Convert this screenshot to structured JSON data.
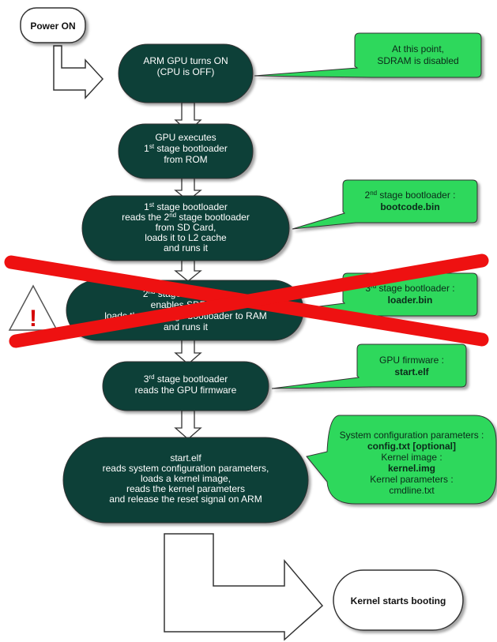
{
  "start": {
    "label": "Power ON"
  },
  "end": {
    "label": "Kernel starts booting"
  },
  "steps": [
    {
      "id": "gpu-on",
      "lines": [
        {
          "t": "ARM GPU turns ON"
        },
        {
          "t": "(CPU is OFF)"
        }
      ]
    },
    {
      "id": "stage1",
      "lines": [
        {
          "t": "GPU executes"
        },
        {
          "t": "1",
          "sup": "st",
          "rest": " stage bootloader"
        },
        {
          "t": "from ROM"
        }
      ]
    },
    {
      "id": "stage2",
      "lines": [
        {
          "t": "1",
          "sup": "st",
          "rest": " stage bootloader"
        },
        {
          "t": "reads the 2",
          "sup": "nd",
          "rest": " stage bootloader"
        },
        {
          "t": "from SD Card,"
        },
        {
          "t": "loads it to L2 cache"
        },
        {
          "t": "and runs it"
        }
      ]
    },
    {
      "id": "stage-sdram",
      "lines": [
        {
          "t": "2",
          "sup": "nd",
          "rest": " stage bootloader"
        },
        {
          "t": "enables SDRAM"
        },
        {
          "t": "loads the 3rd stage bootloader to RAM"
        },
        {
          "t": "and runs it"
        }
      ]
    },
    {
      "id": "stage3",
      "lines": [
        {
          "t": "3",
          "sup": "rd",
          "rest": " stage bootloader"
        },
        {
          "t": "reads the GPU firmware"
        }
      ]
    },
    {
      "id": "start-elf",
      "lines": [
        {
          "t": "start.elf"
        },
        {
          "t": "reads system configuration parameters,"
        },
        {
          "t": "loads a kernel image,"
        },
        {
          "t": "reads the kernel parameters"
        },
        {
          "t": "and release the reset signal on ARM"
        }
      ]
    }
  ],
  "notes": [
    {
      "id": "sdram-note",
      "lines": [
        {
          "t": "At this point,"
        },
        {
          "t": "SDRAM is disabled"
        }
      ]
    },
    {
      "id": "bootcode",
      "lines": [
        {
          "t": "2",
          "sup": "nd",
          "rest": " stage bootloader :"
        },
        {
          "t": "bootcode.bin",
          "bold": true
        }
      ]
    },
    {
      "id": "loader",
      "lines": [
        {
          "t": "3",
          "sup": "rd",
          "rest": " stage bootloader :"
        },
        {
          "t": "loader.bin",
          "bold": true
        }
      ]
    },
    {
      "id": "firmware",
      "lines": [
        {
          "t": "GPU firmware :"
        },
        {
          "t": "start.elf",
          "bold": true
        }
      ]
    },
    {
      "id": "config",
      "lines": [
        {
          "t": "System configuration parameters :"
        },
        {
          "t": "config.txt [optional]",
          "bold": true
        },
        {
          "t": "Kernel image :"
        },
        {
          "t": "kernel.img",
          "bold": true
        },
        {
          "t": "Kernel parameters :"
        },
        {
          "t": "cmdline.txt"
        }
      ]
    }
  ],
  "warning": {
    "symbol": "!"
  },
  "colors": {
    "step_fill": "#0b3f39",
    "step_text": "#ffffff",
    "note_fill": "#2fd85c",
    "note_text": "#0b2a1a",
    "cross": "#ee1111",
    "warning_mark": "#d40000",
    "outline": "#333333"
  }
}
